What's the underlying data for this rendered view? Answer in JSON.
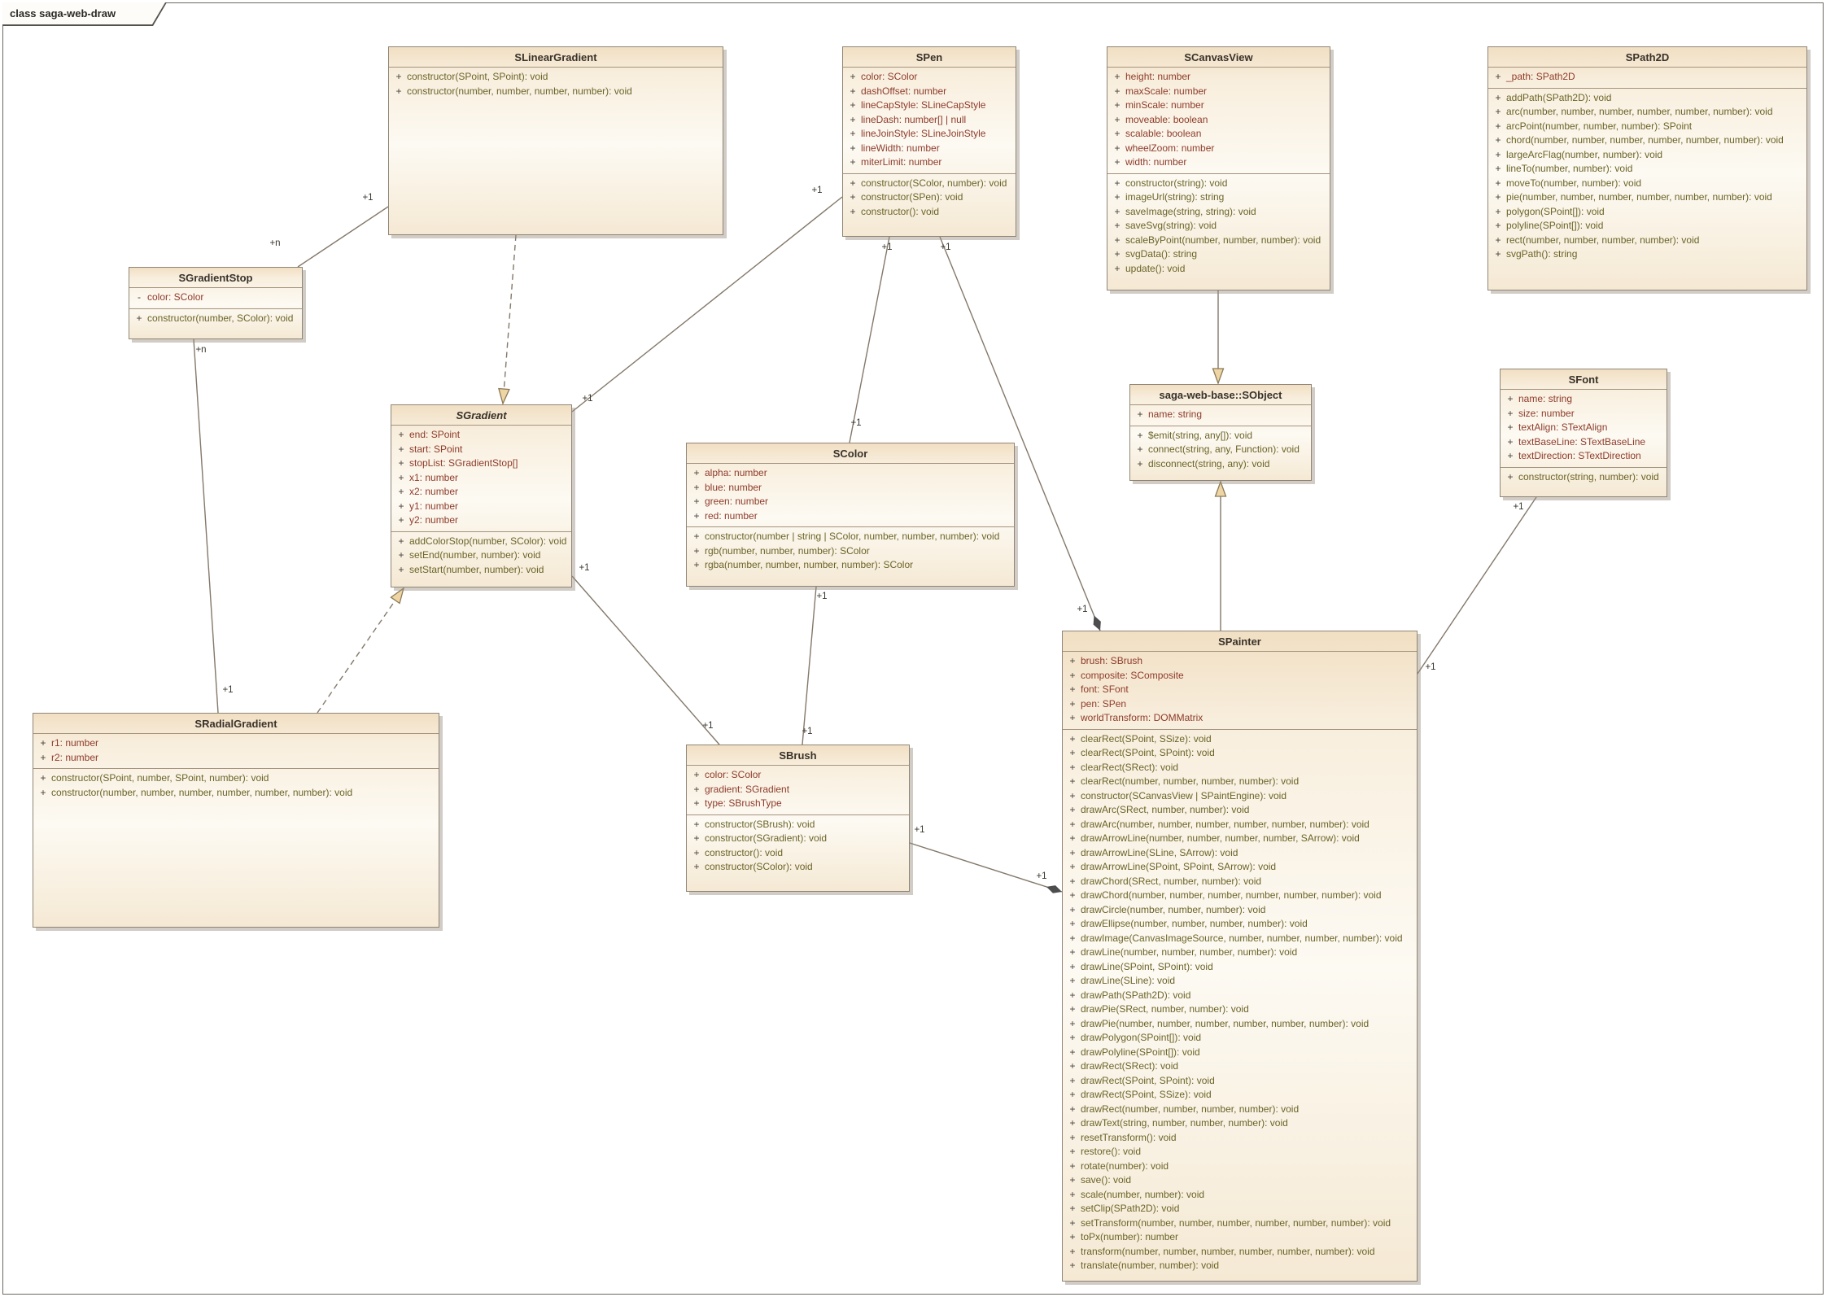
{
  "frame": {
    "label": "class saga-web-draw"
  },
  "colors": {
    "box_fill_top": "#f1dfc3",
    "box_fill_body": "#fdfaf3",
    "box_border": "#8f8577",
    "title_text": "#39322a",
    "attribute_text": "#8e3b2a",
    "method_text": "#6b6428",
    "connector": "#84786a",
    "triangle_fill": "#efd5a4",
    "triangle_stroke": "#8a7a57",
    "diamond_fill": "#4d4d4d"
  },
  "classes": {
    "SLinearGradient": {
      "name": "SLinearGradient",
      "abstract": false,
      "attributes": [],
      "methods": [
        {
          "v": "+",
          "t": "constructor(SPoint, SPoint): void"
        },
        {
          "v": "+",
          "t": "constructor(number, number, number, number): void"
        }
      ]
    },
    "SPen": {
      "name": "SPen",
      "abstract": false,
      "attributes": [
        {
          "v": "+",
          "t": "color: SColor"
        },
        {
          "v": "+",
          "t": "dashOffset: number"
        },
        {
          "v": "+",
          "t": "lineCapStyle: SLineCapStyle"
        },
        {
          "v": "+",
          "t": "lineDash: number[] | null"
        },
        {
          "v": "+",
          "t": "lineJoinStyle: SLineJoinStyle"
        },
        {
          "v": "+",
          "t": "lineWidth: number"
        },
        {
          "v": "+",
          "t": "miterLimit: number"
        }
      ],
      "methods": [
        {
          "v": "+",
          "t": "constructor(SColor, number): void"
        },
        {
          "v": "+",
          "t": "constructor(SPen): void"
        },
        {
          "v": "+",
          "t": "constructor(): void"
        }
      ]
    },
    "SCanvasView": {
      "name": "SCanvasView",
      "abstract": false,
      "attributes": [
        {
          "v": "+",
          "t": "height: number"
        },
        {
          "v": "+",
          "t": "maxScale: number"
        },
        {
          "v": "+",
          "t": "minScale: number"
        },
        {
          "v": "+",
          "t": "moveable: boolean"
        },
        {
          "v": "+",
          "t": "scalable: boolean"
        },
        {
          "v": "+",
          "t": "wheelZoom: number"
        },
        {
          "v": "+",
          "t": "width: number"
        }
      ],
      "methods": [
        {
          "v": "+",
          "t": "constructor(string): void"
        },
        {
          "v": "+",
          "t": "imageUrl(string): string"
        },
        {
          "v": "+",
          "t": "saveImage(string, string): void"
        },
        {
          "v": "+",
          "t": "saveSvg(string): void"
        },
        {
          "v": "+",
          "t": "scaleByPoint(number, number, number): void"
        },
        {
          "v": "+",
          "t": "svgData(): string"
        },
        {
          "v": "+",
          "t": "update(): void"
        }
      ]
    },
    "SPath2D": {
      "name": "SPath2D",
      "abstract": false,
      "attributes": [
        {
          "v": "+",
          "t": "_path: SPath2D"
        }
      ],
      "methods": [
        {
          "v": "+",
          "t": "addPath(SPath2D): void"
        },
        {
          "v": "+",
          "t": "arc(number, number, number, number, number, number): void"
        },
        {
          "v": "+",
          "t": "arcPoint(number, number, number): SPoint"
        },
        {
          "v": "+",
          "t": "chord(number, number, number, number, number, number): void"
        },
        {
          "v": "+",
          "t": "largeArcFlag(number, number): void"
        },
        {
          "v": "+",
          "t": "lineTo(number, number): void"
        },
        {
          "v": "+",
          "t": "moveTo(number, number): void"
        },
        {
          "v": "+",
          "t": "pie(number, number, number, number, number, number): void"
        },
        {
          "v": "+",
          "t": "polygon(SPoint[]): void"
        },
        {
          "v": "+",
          "t": "polyline(SPoint[]): void"
        },
        {
          "v": "+",
          "t": "rect(number, number, number, number): void"
        },
        {
          "v": "+",
          "t": "svgPath(): string"
        }
      ]
    },
    "SGradientStop": {
      "name": "SGradientStop",
      "abstract": false,
      "attributes": [
        {
          "v": "-",
          "t": "color: SColor"
        }
      ],
      "methods": [
        {
          "v": "+",
          "t": "constructor(number, SColor): void"
        }
      ]
    },
    "SGradient": {
      "name": "SGradient",
      "abstract": true,
      "attributes": [
        {
          "v": "+",
          "t": "end: SPoint"
        },
        {
          "v": "+",
          "t": "start: SPoint"
        },
        {
          "v": "+",
          "t": "stopList: SGradientStop[]"
        },
        {
          "v": "+",
          "t": "x1: number"
        },
        {
          "v": "+",
          "t": "x2: number"
        },
        {
          "v": "+",
          "t": "y1: number"
        },
        {
          "v": "+",
          "t": "y2: number"
        }
      ],
      "methods": [
        {
          "v": "+",
          "t": "addColorStop(number, SColor): void"
        },
        {
          "v": "+",
          "t": "setEnd(number, number): void"
        },
        {
          "v": "+",
          "t": "setStart(number, number): void"
        }
      ]
    },
    "SColor": {
      "name": "SColor",
      "abstract": false,
      "attributes": [
        {
          "v": "+",
          "t": "alpha: number"
        },
        {
          "v": "+",
          "t": "blue: number"
        },
        {
          "v": "+",
          "t": "green: number"
        },
        {
          "v": "+",
          "t": "red: number"
        }
      ],
      "methods": [
        {
          "v": "+",
          "t": "constructor(number | string | SColor, number, number, number): void"
        },
        {
          "v": "+",
          "t": "rgb(number, number, number): SColor"
        },
        {
          "v": "+",
          "t": "rgba(number, number, number, number): SColor"
        }
      ]
    },
    "SObject": {
      "name": "saga-web-base::SObject",
      "abstract": false,
      "attributes": [
        {
          "v": "+",
          "t": "name: string"
        }
      ],
      "methods": [
        {
          "v": "+",
          "t": "$emit(string, any[]): void"
        },
        {
          "v": "+",
          "t": "connect(string, any, Function): void"
        },
        {
          "v": "+",
          "t": "disconnect(string, any): void"
        }
      ]
    },
    "SFont": {
      "name": "SFont",
      "abstract": false,
      "attributes": [
        {
          "v": "+",
          "t": "name: string"
        },
        {
          "v": "+",
          "t": "size: number"
        },
        {
          "v": "+",
          "t": "textAlign: STextAlign"
        },
        {
          "v": "+",
          "t": "textBaseLine: STextBaseLine"
        },
        {
          "v": "+",
          "t": "textDirection: STextDirection"
        }
      ],
      "methods": [
        {
          "v": "+",
          "t": "constructor(string, number): void"
        }
      ]
    },
    "SRadialGradient": {
      "name": "SRadialGradient",
      "abstract": false,
      "attributes": [
        {
          "v": "+",
          "t": "r1: number"
        },
        {
          "v": "+",
          "t": "r2: number"
        }
      ],
      "methods": [
        {
          "v": "+",
          "t": "constructor(SPoint, number, SPoint, number): void"
        },
        {
          "v": "+",
          "t": "constructor(number, number, number, number, number, number): void"
        }
      ]
    },
    "SBrush": {
      "name": "SBrush",
      "abstract": false,
      "attributes": [
        {
          "v": "+",
          "t": "color: SColor"
        },
        {
          "v": "+",
          "t": "gradient: SGradient"
        },
        {
          "v": "+",
          "t": "type: SBrushType"
        }
      ],
      "methods": [
        {
          "v": "+",
          "t": "constructor(SBrush): void"
        },
        {
          "v": "+",
          "t": "constructor(SGradient): void"
        },
        {
          "v": "+",
          "t": "constructor(): void"
        },
        {
          "v": "+",
          "t": "constructor(SColor): void"
        }
      ]
    },
    "SPainter": {
      "name": "SPainter",
      "abstract": false,
      "attributes": [
        {
          "v": "+",
          "t": "brush: SBrush"
        },
        {
          "v": "+",
          "t": "composite: SComposite"
        },
        {
          "v": "+",
          "t": "font: SFont"
        },
        {
          "v": "+",
          "t": "pen: SPen"
        },
        {
          "v": "+",
          "t": "worldTransform: DOMMatrix"
        }
      ],
      "methods": [
        {
          "v": "+",
          "t": "clearRect(SPoint, SSize): void"
        },
        {
          "v": "+",
          "t": "clearRect(SPoint, SPoint): void"
        },
        {
          "v": "+",
          "t": "clearRect(SRect): void"
        },
        {
          "v": "+",
          "t": "clearRect(number, number, number, number): void"
        },
        {
          "v": "+",
          "t": "constructor(SCanvasView | SPaintEngine): void"
        },
        {
          "v": "+",
          "t": "drawArc(SRect, number, number): void"
        },
        {
          "v": "+",
          "t": "drawArc(number, number, number, number, number, number): void"
        },
        {
          "v": "+",
          "t": "drawArrowLine(number, number, number, number, SArrow): void"
        },
        {
          "v": "+",
          "t": "drawArrowLine(SLine, SArrow): void"
        },
        {
          "v": "+",
          "t": "drawArrowLine(SPoint, SPoint, SArrow): void"
        },
        {
          "v": "+",
          "t": "drawChord(SRect, number, number): void"
        },
        {
          "v": "+",
          "t": "drawChord(number, number, number, number, number, number): void"
        },
        {
          "v": "+",
          "t": "drawCircle(number, number, number): void"
        },
        {
          "v": "+",
          "t": "drawEllipse(number, number, number, number): void"
        },
        {
          "v": "+",
          "t": "drawImage(CanvasImageSource, number, number, number, number): void"
        },
        {
          "v": "+",
          "t": "drawLine(number, number, number, number): void"
        },
        {
          "v": "+",
          "t": "drawLine(SPoint, SPoint): void"
        },
        {
          "v": "+",
          "t": "drawLine(SLine): void"
        },
        {
          "v": "+",
          "t": "drawPath(SPath2D): void"
        },
        {
          "v": "+",
          "t": "drawPie(SRect, number, number): void"
        },
        {
          "v": "+",
          "t": "drawPie(number, number, number, number, number, number): void"
        },
        {
          "v": "+",
          "t": "drawPolygon(SPoint[]): void"
        },
        {
          "v": "+",
          "t": "drawPolyline(SPoint[]): void"
        },
        {
          "v": "+",
          "t": "drawRect(SRect): void"
        },
        {
          "v": "+",
          "t": "drawRect(SPoint, SPoint): void"
        },
        {
          "v": "+",
          "t": "drawRect(SPoint, SSize): void"
        },
        {
          "v": "+",
          "t": "drawRect(number, number, number, number): void"
        },
        {
          "v": "+",
          "t": "drawText(string, number, number, number): void"
        },
        {
          "v": "+",
          "t": "resetTransform(): void"
        },
        {
          "v": "+",
          "t": "restore(): void"
        },
        {
          "v": "+",
          "t": "rotate(number): void"
        },
        {
          "v": "+",
          "t": "save(): void"
        },
        {
          "v": "+",
          "t": "scale(number, number): void"
        },
        {
          "v": "+",
          "t": "setClip(SPath2D): void"
        },
        {
          "v": "+",
          "t": "setTransform(number, number, number, number, number, number): void"
        },
        {
          "v": "+",
          "t": "toPx(number): number"
        },
        {
          "v": "+",
          "t": "transform(number, number, number, number, number, number): void"
        },
        {
          "v": "+",
          "t": "translate(number, number): void"
        }
      ]
    }
  },
  "edges": [
    {
      "from": "SGradientStop",
      "to": "SLinearGradient",
      "type": "association",
      "from_label": "+n",
      "to_label": "+1"
    },
    {
      "from": "SGradientStop",
      "to": "SRadialGradient",
      "type": "association",
      "from_label": "+n",
      "to_label": "+1"
    },
    {
      "from": "SLinearGradient",
      "to": "SGradient",
      "type": "generalization",
      "style": "dashed"
    },
    {
      "from": "SRadialGradient",
      "to": "SGradient",
      "type": "generalization",
      "style": "dashed"
    },
    {
      "from": "SGradient",
      "to": "SPen",
      "type": "association",
      "from_label": "+1",
      "to_label": "+1"
    },
    {
      "from": "SColor",
      "to": "SPen",
      "type": "association",
      "from_label": "+1",
      "to_label": "+1"
    },
    {
      "from": "SPen",
      "to": "SPainter",
      "type": "composition",
      "from_label": "+1",
      "to_label": "+1"
    },
    {
      "from": "SGradient",
      "to": "SBrush",
      "type": "association",
      "from_label": "+1",
      "to_label": "+1"
    },
    {
      "from": "SColor",
      "to": "SBrush",
      "type": "association",
      "from_label": "+1",
      "to_label": "+1"
    },
    {
      "from": "SBrush",
      "to": "SPainter",
      "type": "composition",
      "from_label": "+1",
      "to_label": "+1"
    },
    {
      "from": "SFont",
      "to": "SPainter",
      "type": "association",
      "from_label": "+1",
      "to_label": "+1"
    },
    {
      "from": "SCanvasView",
      "to": "SObject",
      "type": "generalization",
      "style": "solid"
    },
    {
      "from": "SPainter",
      "to": "SObject",
      "type": "generalization",
      "style": "solid"
    }
  ]
}
